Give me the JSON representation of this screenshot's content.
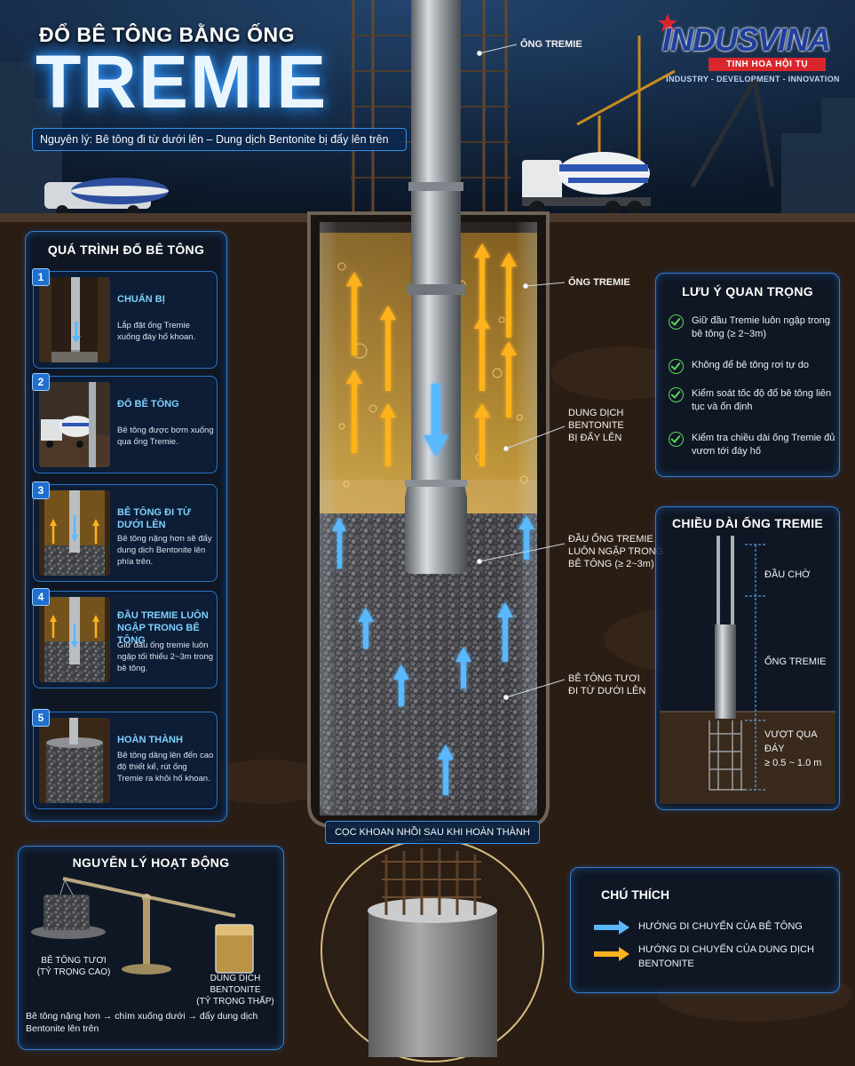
{
  "header": {
    "subtitle": "ĐỔ BÊ TÔNG BẰNG ỐNG",
    "title": "TREMIE",
    "principle": "Nguyên lý: Bê tông đi từ dưới lên – Dung dịch Bentonite bị đẩy lên trên"
  },
  "brand": {
    "name_prefix": "IN",
    "name_main": "DUSVINA",
    "tagline": "TINH HOA HỘI TỤ",
    "slogan": "INDUSTRY - DEVELOPMENT - INNOVATION"
  },
  "process": {
    "title": "QUÁ TRÌNH ĐỔ BÊ TÔNG",
    "steps": [
      {
        "num": "1",
        "title": "CHUẨN BỊ",
        "desc": "Lắp đặt ống Tremie xuống đáy hố khoan."
      },
      {
        "num": "2",
        "title": "ĐỔ BÊ TÔNG",
        "desc": "Bê tông được bơm xuống qua ống Tremie."
      },
      {
        "num": "3",
        "title": "BÊ TÔNG ĐI TỪ DƯỚI LÊN",
        "desc": "Bê tông nặng hơn sẽ đẩy dung dịch Bentonite lên phía trên."
      },
      {
        "num": "4",
        "title": "ĐẦU TREMIE LUÔN NGẬP TRONG BÊ TÔNG",
        "desc": "Giữ đầu ống tremie luôn ngập tối thiểu 2~3m trong bê tông."
      },
      {
        "num": "5",
        "title": "HOÀN THÀNH",
        "desc": "Bê tông dâng lên đến cao độ thiết kế, rút ống Tremie ra khỏi hố khoan."
      }
    ]
  },
  "center_labels": {
    "tremie_top": "ỐNG TREMIE",
    "tremie_mid": "ỐNG TREMIE",
    "bentonite": "DUNG DỊCH\nBENTONITE\nBỊ ĐẨY LÊN",
    "tremie_end": "ĐẦU ỐNG TREMIE\nLUÔN NGẬP TRONG\nBÊ TÔNG (≥ 2~3m)",
    "fresh_concrete": "BÊ TÔNG TƯƠI\nĐI TỪ DƯỚI LÊN",
    "finished_pile": "CỌC KHOAN NHỒI SAU KHI HOÀN THÀNH"
  },
  "notes": {
    "title": "LƯU Ý QUAN TRỌNG",
    "items": [
      "Giữ đầu Tremie luôn ngập trong bê tông (≥ 2~3m)",
      "Không để bê tông rơi tự do",
      "Kiểm soát tốc độ đổ bê tông liên tục và ổn định",
      "Kiểm tra chiều dài ống Tremie đủ vươn tới đáy hố"
    ]
  },
  "length": {
    "title": "CHIỀU DÀI ỐNG TREMIE",
    "waiting": "ĐẦU CHỜ",
    "pipe": "ỐNG TREMIE",
    "exceed": "VƯỢT QUA ĐÁY\n≥ 0.5 ~ 1.0 m"
  },
  "working": {
    "title": "NGUYÊN LÝ HOẠT ĐỘNG",
    "left_label": "BÊ TÔNG TƯƠI\n(TỶ TRỌNG CAO)",
    "right_label": "DUNG DỊCH\nBENTONITE\n(TỶ TRỌNG THẤP)",
    "summary": "Bê tông nặng hơn → chìm xuống dưới → đẩy dung dịch Bentonite lên trên"
  },
  "legend": {
    "title": "CHÚ THÍCH",
    "concrete": "HƯỚNG DI CHUYỂN CỦA BÊ TÔNG",
    "bentonite": "HƯỚNG DI CHUYỂN CỦA DUNG DỊCH BENTONITE"
  },
  "colors": {
    "concrete_arrow": "#5ab8ff",
    "bentonite_arrow": "#ffb21e",
    "accent": "#2f7fd6",
    "brand_red": "#d8262c"
  }
}
